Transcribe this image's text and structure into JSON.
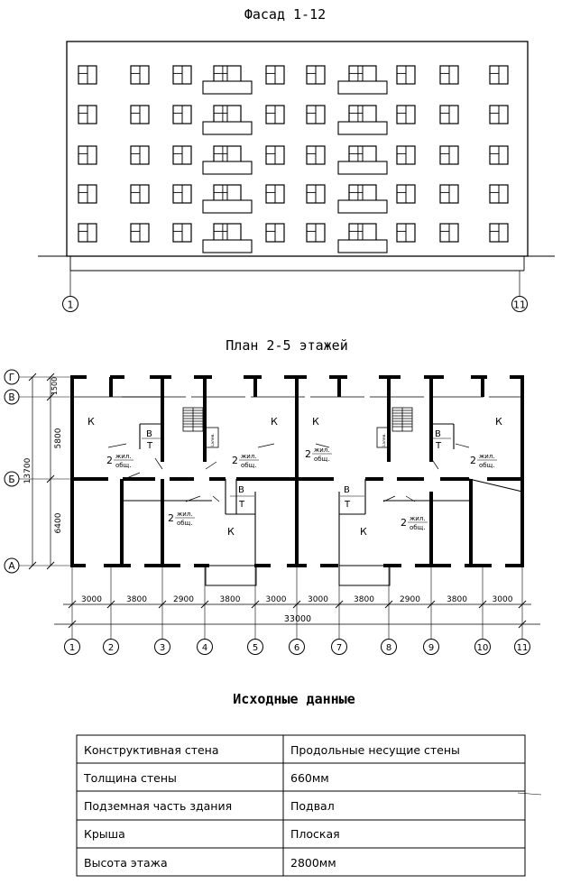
{
  "facade": {
    "title": "Фасад 1-12",
    "axis_left": "1",
    "axis_right": "11"
  },
  "plan": {
    "title": "План 2-5 этажей",
    "row_axes": [
      "Г",
      "В",
      "Б",
      "А"
    ],
    "row_dims": [
      "1500",
      "5800",
      "6400"
    ],
    "total_height": "13700",
    "col_dims": [
      "3000",
      "3800",
      "2900",
      "3800",
      "3000",
      "3000",
      "3800",
      "2900",
      "3800",
      "3000"
    ],
    "total_width": "33000",
    "col_axes": [
      "1",
      "2",
      "3",
      "4",
      "5",
      "6",
      "7",
      "8",
      "9",
      "10",
      "11"
    ],
    "kitchen_label": "К",
    "bath_top": "В",
    "bath_bottom": "Т",
    "room_count": "2",
    "area_living": "жил.",
    "area_total": "общ.",
    "lift_label": "Lэлев."
  },
  "source": {
    "title": "Исходные данные",
    "rows": [
      {
        "param": "Конструктивная стена",
        "value": "Продольные несущие стены"
      },
      {
        "param": "Толщина стены",
        "value": "660мм"
      },
      {
        "param": "Подземная часть здания",
        "value": "Подвал"
      },
      {
        "param": "Крыша",
        "value": "Плоская"
      },
      {
        "param": "Высота этажа",
        "value": "2800мм"
      }
    ]
  }
}
